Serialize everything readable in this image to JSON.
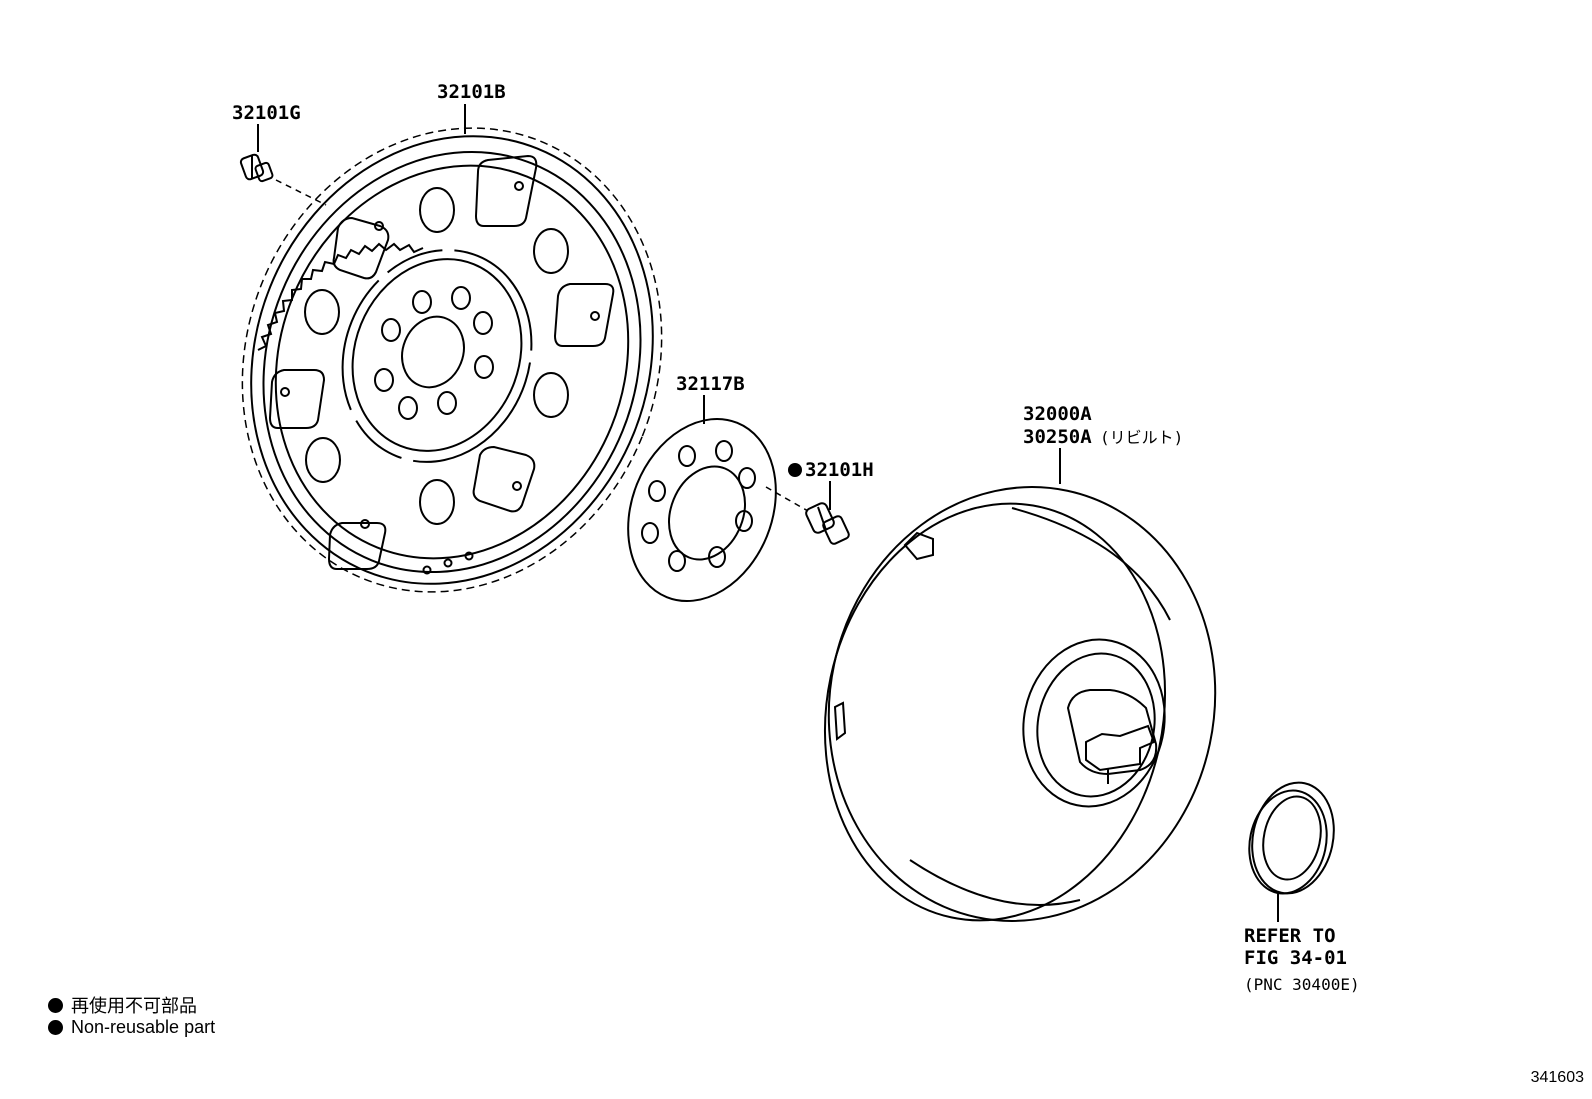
{
  "callouts": {
    "bolt_g": "32101G",
    "flywheel": "32101B",
    "spacer_plate": "32117B",
    "bolt_h": "32101H",
    "converter_1": "32000A",
    "converter_2": "30250A",
    "converter_note": "(リビルト)",
    "refer_line1": "REFER TO",
    "refer_line2": "FIG 34-01",
    "refer_pnc": "(PNC 30400E)"
  },
  "legend": {
    "jp": "再使用不可部品",
    "en": "Non-reusable part"
  },
  "figure_number": "341603"
}
